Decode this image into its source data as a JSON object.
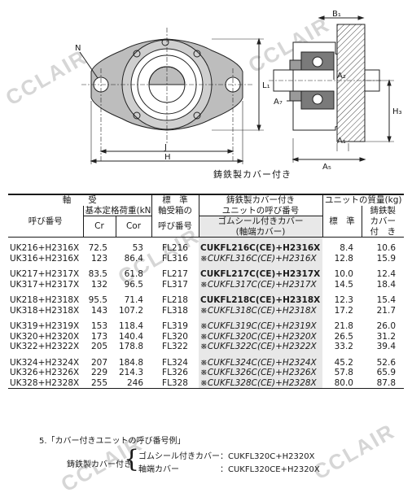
{
  "watermark": "CCLAIR",
  "drawing": {
    "labels": {
      "n": "N",
      "l1": "L₁",
      "j": "J",
      "h": "H",
      "b1": "B₁",
      "a2": "A₂",
      "h3": "H₃",
      "a7": "A₇",
      "a1": "A₁",
      "a5": "A₅"
    },
    "caption": "鋳鉄製カバー付き"
  },
  "table": {
    "headers": {
      "shaft": "軸　　受",
      "std": "標　準",
      "cast_cover_line1": "鋳鉄製カバー付き",
      "cast_cover_line2": "ユニットの呼び番号",
      "mass": "ユニットの質量(kg)",
      "call_no": "呼び番号",
      "load_rating": "基本定格荷重(kN)",
      "housing_line1": "軸受箱の",
      "housing_line2": "呼び番号",
      "rubber_line1": "ゴムシール付きカバー",
      "rubber_line2": "(軸端カバー)",
      "std_mass": "標　準",
      "cast_mass_line1": "鋳鉄製",
      "cast_mass_line2": "カバー",
      "cast_mass_line3": "付　き",
      "cr": "Cr",
      "cor": "Cor"
    },
    "groups": [
      {
        "rows": [
          {
            "bearing": "UK216+H2316X",
            "cr": "72.5",
            "cor": "53",
            "housing": "FL216",
            "unit": "CUKFL216C(CE)+H2316X",
            "asterisk": "",
            "std": "8.4",
            "cover": "10.6"
          },
          {
            "bearing": "UK316+H2316X",
            "cr": "123",
            "cor": "86.4",
            "housing": "FL316",
            "unit": "CUKFL316C(CE)+H2316X",
            "asterisk": "※",
            "std": "12.8",
            "cover": "15.9"
          }
        ]
      },
      {
        "rows": [
          {
            "bearing": "UK217+H2317X",
            "cr": "83.5",
            "cor": "61.8",
            "housing": "FL217",
            "unit": "CUKFL217C(CE)+H2317X",
            "asterisk": "",
            "std": "10.0",
            "cover": "12.4"
          },
          {
            "bearing": "UK317+H2317X",
            "cr": "132",
            "cor": "96.5",
            "housing": "FL317",
            "unit": "CUKFL317C(CE)+H2317X",
            "asterisk": "※",
            "std": "14.5",
            "cover": "18.4"
          }
        ]
      },
      {
        "rows": [
          {
            "bearing": "UK218+H2318X",
            "cr": "95.5",
            "cor": "71.4",
            "housing": "FL218",
            "unit": "CUKFL218C(CE)+H2318X",
            "asterisk": "",
            "std": "12.3",
            "cover": "15.4"
          },
          {
            "bearing": "UK318+H2318X",
            "cr": "143",
            "cor": "107.2",
            "housing": "FL318",
            "unit": "CUKFL318C(CE)+H2318X",
            "asterisk": "※",
            "std": "17.2",
            "cover": "21.7"
          }
        ]
      },
      {
        "rows": [
          {
            "bearing": "UK319+H2319X",
            "cr": "153",
            "cor": "118.4",
            "housing": "FL319",
            "unit": "CUKFL319C(CE)+H2319X",
            "asterisk": "※",
            "std": "21.8",
            "cover": "26.0"
          },
          {
            "bearing": "UK320+H2320X",
            "cr": "173",
            "cor": "140.4",
            "housing": "FL320",
            "unit": "CUKFL320C(CE)+H2320X",
            "asterisk": "※",
            "std": "26.5",
            "cover": "31.2"
          },
          {
            "bearing": "UK322+H2322X",
            "cr": "205",
            "cor": "178.8",
            "housing": "FL322",
            "unit": "CUKFL322C(CE)+H2322X",
            "asterisk": "※",
            "std": "33.2",
            "cover": "39.4"
          }
        ]
      },
      {
        "rows": [
          {
            "bearing": "UK324+H2324X",
            "cr": "207",
            "cor": "184.8",
            "housing": "FL324",
            "unit": "CUKFL324C(CE)+H2324X",
            "asterisk": "※",
            "std": "45.2",
            "cover": "52.6"
          },
          {
            "bearing": "UK326+H2326X",
            "cr": "229",
            "cor": "214.3",
            "housing": "FL326",
            "unit": "CUKFL326C(CE)+H2326X",
            "asterisk": "※",
            "std": "57.8",
            "cover": "65.9"
          },
          {
            "bearing": "UK328+H2328X",
            "cr": "255",
            "cor": "246",
            "housing": "FL328",
            "unit": "CUKFL328C(CE)+H2328X",
            "asterisk": "※",
            "std": "80.0",
            "cover": "87.8"
          }
        ]
      }
    ]
  },
  "note": {
    "heading": "5.「カバー付きユニットの呼び番号例」",
    "main_label": "鋳鉄製カバー付き",
    "brace": "{",
    "item1_label": "ゴムシール付きカバー",
    "item1_value": "：CUKFL320C+H2320X",
    "item2_label": "軸端カバー",
    "item2_value": "：CUKFL320CE+H2320X"
  }
}
